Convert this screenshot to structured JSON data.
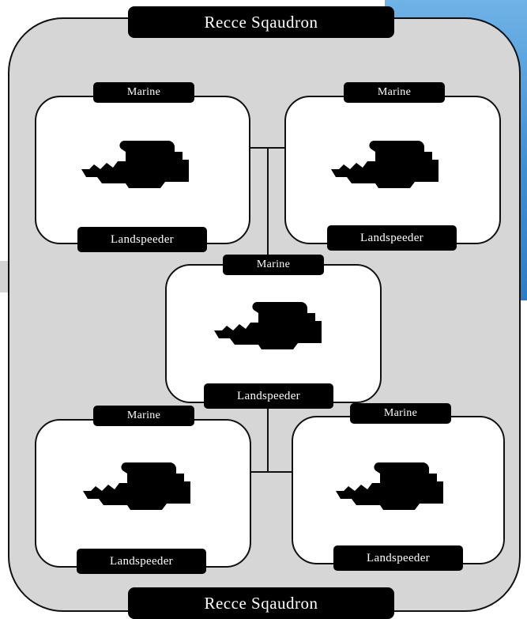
{
  "squadron": {
    "title_top": "Recce Sqaudron",
    "title_bottom": "Recce Sqaudron"
  },
  "units": [
    {
      "crew": "Marine",
      "vehicle": "Landspeeder",
      "icon": "landspeeder-silhouette-icon"
    },
    {
      "crew": "Marine",
      "vehicle": "Landspeeder",
      "icon": "landspeeder-silhouette-icon"
    },
    {
      "crew": "Marine",
      "vehicle": "Landspeeder",
      "icon": "landspeeder-silhouette-icon"
    },
    {
      "crew": "Marine",
      "vehicle": "Landspeeder",
      "icon": "landspeeder-silhouette-icon"
    },
    {
      "crew": "Marine",
      "vehicle": "Landspeeder",
      "icon": "landspeeder-silhouette-icon"
    }
  ],
  "colors": {
    "frame": "#d6d6d6",
    "label_bg": "#000000",
    "accent": "#3f8fd4"
  }
}
